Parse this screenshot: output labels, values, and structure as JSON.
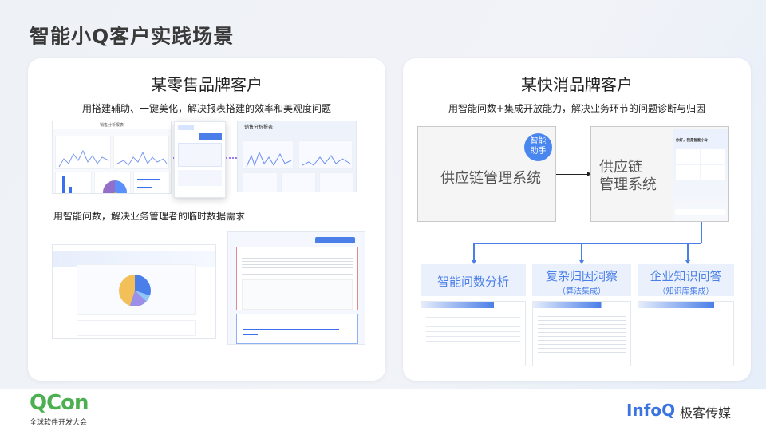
{
  "slide_title": "智能小Q客户实践场景",
  "left_card": {
    "heading": "某零售品牌客户",
    "subtitle_1": "用搭建辅助、一键美化，解决报表搭建的效率和美观度问题",
    "report_title": "销售分析报表",
    "subtitle_2": "用智能问数，解决业务管理者的临时数据需求"
  },
  "right_card": {
    "heading": "某快消品牌客户",
    "subtitle": "用智能问数+集成开放能力，解决业务环节的问题诊断与归因",
    "system_box_1": "供应链管理系统",
    "assistant_badge": "智能\n助手",
    "system_box_2_line1": "供应链",
    "system_box_2_line2": "管理系统",
    "assistant_greeting": "你好，我是智能小Q",
    "categories": [
      {
        "title": "智能问数分析",
        "note": ""
      },
      {
        "title": "复杂归因洞察",
        "note": "（算法集成）"
      },
      {
        "title": "企业知识问答",
        "note": "（知识库集成）"
      }
    ]
  },
  "footer": {
    "left_logo": "QCon",
    "left_logo_sub": "全球软件开发大会",
    "right_logo": "InfoQ",
    "right_logo_sub": "极客传媒"
  },
  "colors": {
    "accent": "#4a7ee8",
    "badge": "#4a86f0",
    "qcon_green": "#4caf50"
  }
}
